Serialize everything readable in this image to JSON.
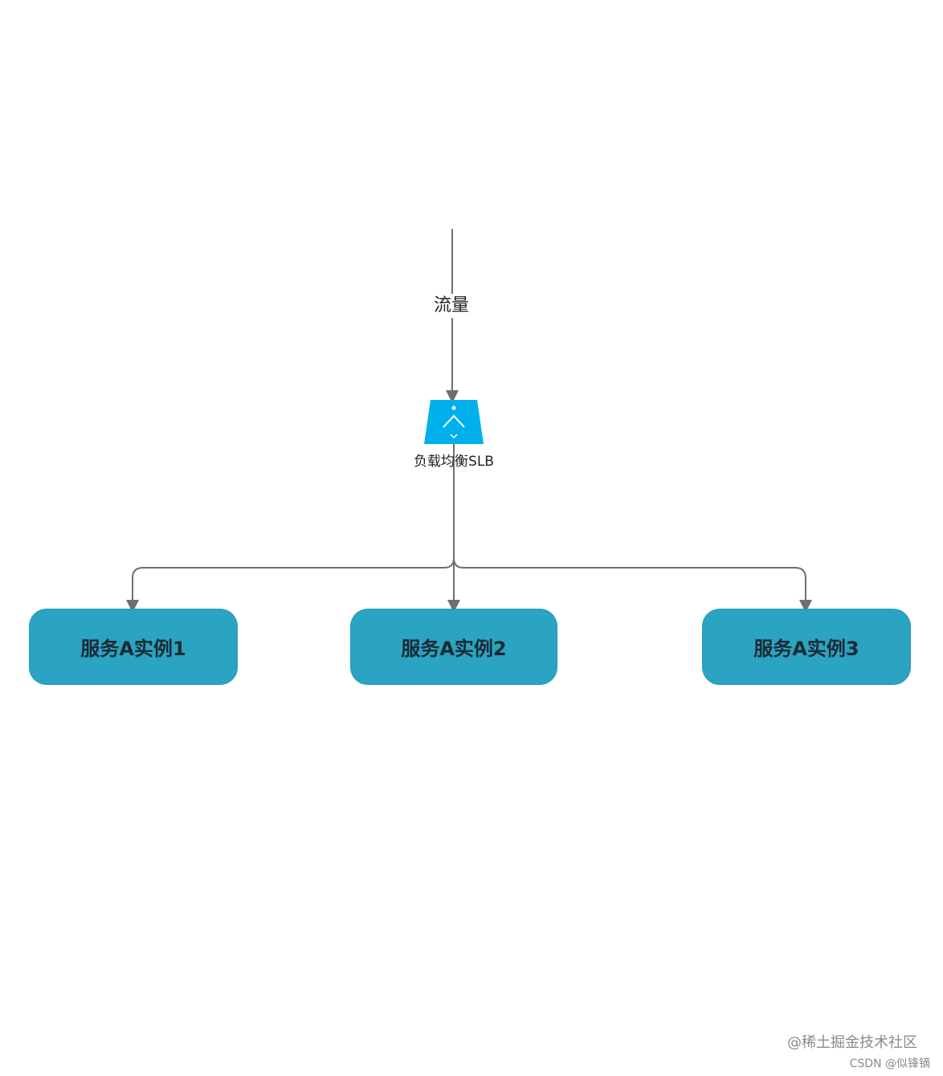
{
  "diagram": {
    "traffic_label": "流量",
    "slb_label": "负载均衡SLB",
    "slb_icon": "load-balancer-icon",
    "nodes": [
      {
        "label": "服务A实例1"
      },
      {
        "label": "服务A实例2"
      },
      {
        "label": "服务A实例3"
      }
    ]
  },
  "watermark": {
    "line1": "@稀土掘金技术社区",
    "line2": "CSDN @似锋镝"
  },
  "colors": {
    "node_fill": "#2ba3c2",
    "slb_fill": "#00b0ec",
    "connector": "#6e6e6e"
  }
}
